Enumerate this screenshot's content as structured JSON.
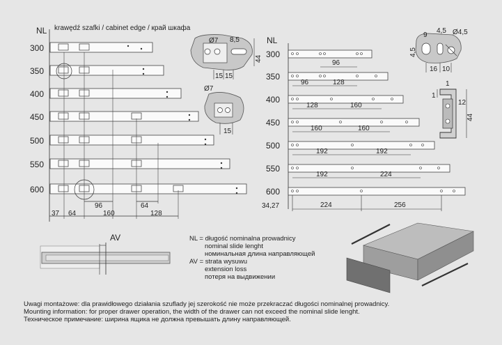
{
  "header": {
    "nl_left": "NL",
    "edge_label": "krawędź szafki / cabinet edge / край шкафа",
    "nl_right": "NL"
  },
  "left_rows": [
    "300",
    "350",
    "400",
    "450",
    "500",
    "550",
    "600"
  ],
  "left_dims": [
    "37",
    "64",
    "160",
    "96",
    "64",
    "128"
  ],
  "detail_a": {
    "d1": "Ø7",
    "d2": "8,5",
    "d3": "44",
    "d4": "15",
    "d5": "15"
  },
  "detail_b": {
    "d1": "Ø7",
    "d2": "15"
  },
  "right_rows": [
    "300",
    "350",
    "400",
    "450",
    "500",
    "550",
    "600"
  ],
  "right_dims": [
    [
      "96"
    ],
    [
      "96",
      "128"
    ],
    [
      "128",
      "160"
    ],
    [
      "160",
      "160"
    ],
    [
      "192",
      "192"
    ],
    [
      "192",
      "224"
    ],
    [
      "34,27",
      "224",
      "256"
    ]
  ],
  "detail_c": {
    "d1": "9",
    "d2": "4,5",
    "d3": "Ø4,5",
    "d4": "4,5",
    "d5": "16",
    "d6": "10"
  },
  "detail_d": {
    "d1": "1",
    "d2": "1",
    "d3": "12",
    "d4": "44"
  },
  "av_label": "AV",
  "legend": {
    "nl_line1": "NL = długość nominalna prowadnicy",
    "nl_line2": "nominal slide lenght",
    "nl_line3": "номинальная длина направляющей",
    "av_line1": "AV = strata wysuwu",
    "av_line2": "extension loss",
    "av_line3": "потеря на выдвижении"
  },
  "note": {
    "pl": "Uwagi montażowe: dla prawidłowego działania szuflady jej szerokość nie może przekraczać długości nominalnej prowadnicy.",
    "en": "Mounting information: for proper drawer operation, the width of the drawer can not exceed the nominal slide lenght.",
    "ru": "Техническое примечание: ширина ящика не должна превышать длину направляющей."
  }
}
